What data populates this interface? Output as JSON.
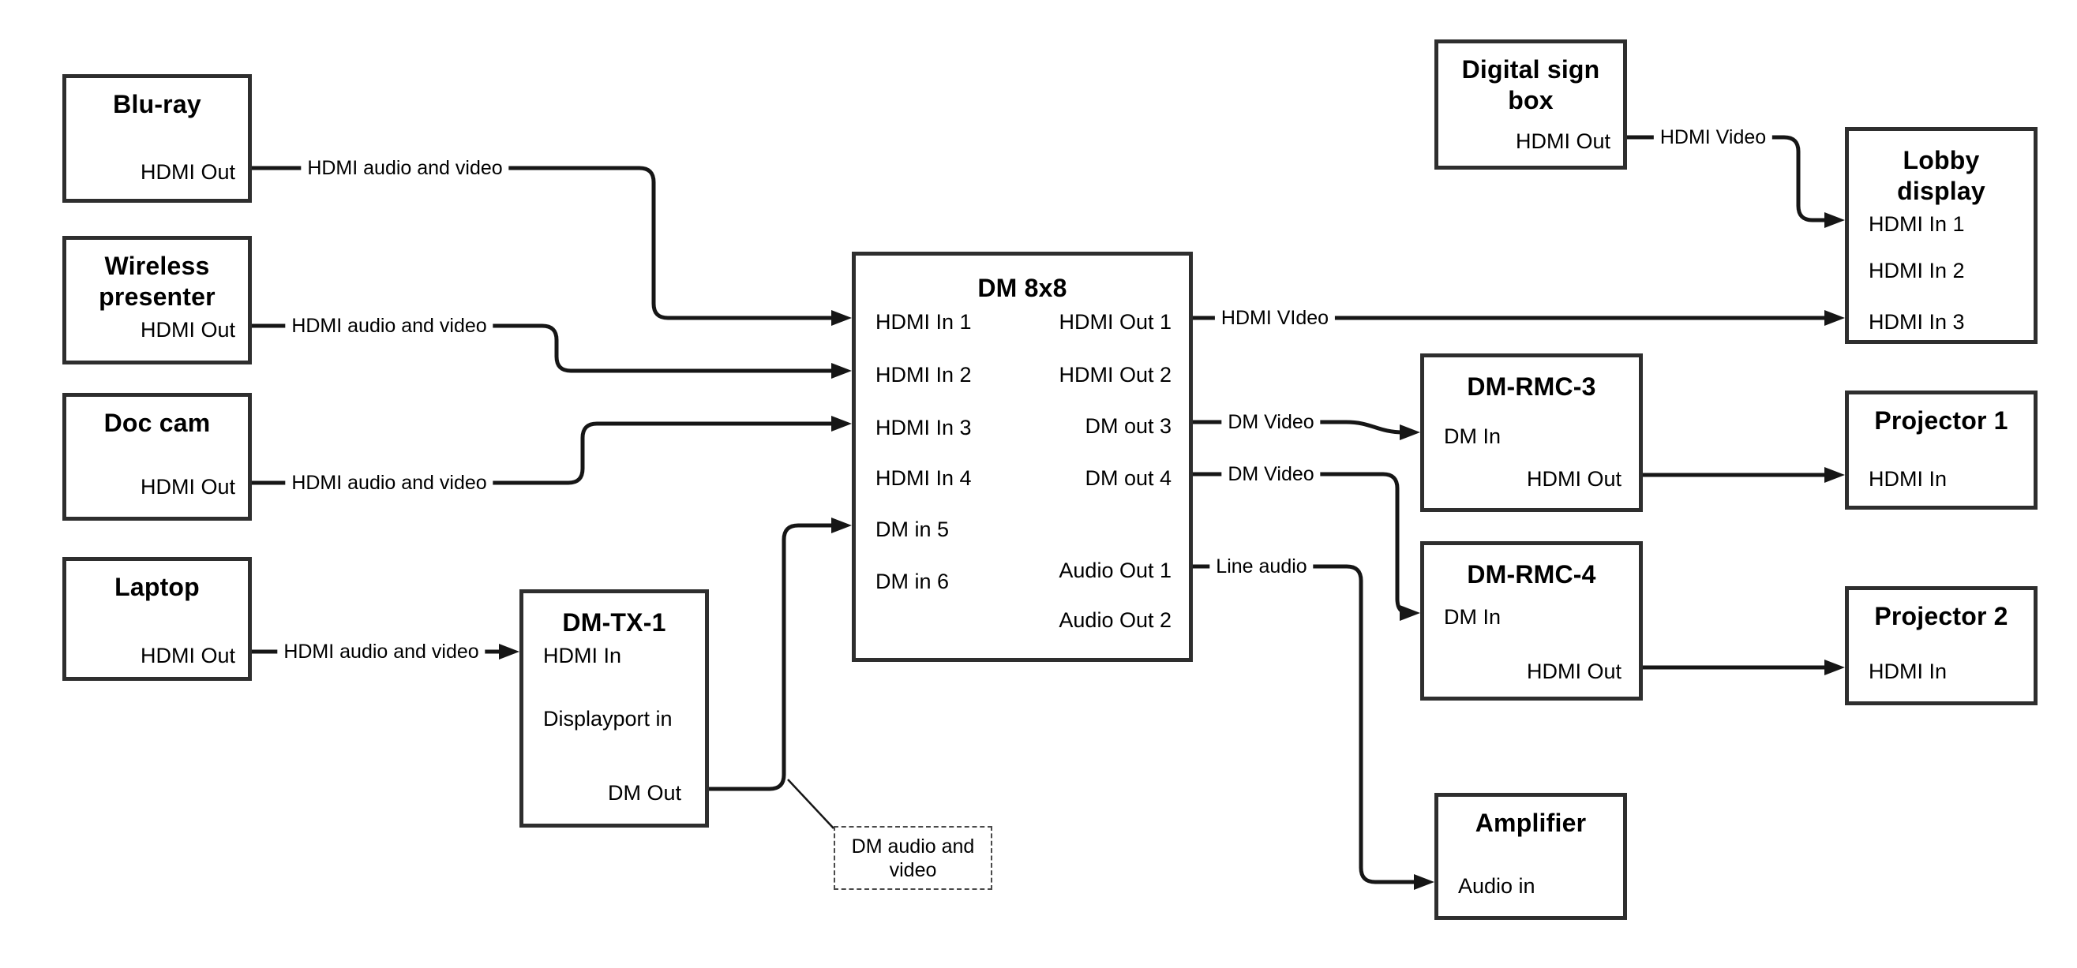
{
  "diagram": {
    "background": "#ffffff",
    "wire_color": "#161616",
    "box_border_color": "#2e2e2e"
  },
  "nodes": {
    "bluray": {
      "title": "Blu-ray",
      "ports": {
        "out": "HDMI Out"
      }
    },
    "wireless": {
      "title": "Wireless\npresenter",
      "ports": {
        "out": "HDMI Out"
      }
    },
    "doccam": {
      "title": "Doc cam",
      "ports": {
        "out": "HDMI Out"
      }
    },
    "laptop": {
      "title": "Laptop",
      "ports": {
        "out": "HDMI Out"
      }
    },
    "dmtx1": {
      "title": "DM-TX-1",
      "ports": {
        "hdmiIn": "HDMI In",
        "dpIn": "Displayport in",
        "dmOut": "DM Out"
      }
    },
    "dm8x8": {
      "title": "DM 8x8",
      "ports": {
        "in1": "HDMI In 1",
        "in2": "HDMI In 2",
        "in3": "HDMI In 3",
        "in4": "HDMI In 4",
        "in5": "DM in 5",
        "in6": "DM in 6",
        "out1": "HDMI Out 1",
        "out2": "HDMI Out 2",
        "out3": "DM out 3",
        "out4": "DM out 4",
        "aout1": "Audio Out 1",
        "aout2": "Audio Out 2"
      }
    },
    "digsign": {
      "title": "Digital sign\nbox",
      "ports": {
        "out": "HDMI Out"
      }
    },
    "lobby": {
      "title": "Lobby\ndisplay",
      "ports": {
        "in1": "HDMI In 1",
        "in2": "HDMI In 2",
        "in3": "HDMI In 3"
      }
    },
    "dmrmc3": {
      "title": "DM-RMC-3",
      "ports": {
        "dmIn": "DM In",
        "hdmiOut": "HDMI Out"
      }
    },
    "proj1": {
      "title": "Projector 1",
      "ports": {
        "in": "HDMI In"
      }
    },
    "dmrmc4": {
      "title": "DM-RMC-4",
      "ports": {
        "dmIn": "DM In",
        "hdmiOut": "HDMI Out"
      }
    },
    "proj2": {
      "title": "Projector 2",
      "ports": {
        "in": "HDMI In"
      }
    },
    "amp": {
      "title": "Amplifier",
      "ports": {
        "in": "Audio in"
      }
    }
  },
  "wire_labels": {
    "bluray": "HDMI audio and video",
    "wireless": "HDMI audio and video",
    "doccam": "HDMI audio and video",
    "laptop": "HDMI audio and video",
    "digsign": "HDMI Video",
    "hdmiOut1": "HDMI VIdeo",
    "dmOut3": "DM Video",
    "dmOut4": "DM Video",
    "audioOut1": "Line audio"
  },
  "callout": {
    "text": "DM audio and\nvideo"
  }
}
